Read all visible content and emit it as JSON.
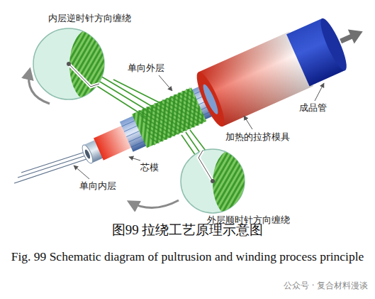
{
  "diagram": {
    "caption": "图99 拉绕工艺原理示意图",
    "labels": [
      "内层逆时针方向缠绕",
      "单向外层",
      "成品管",
      "加热的拉挤模具",
      "芯模",
      "单向内层",
      "外层顺时针方向缠绕",
      "Fig. 99 Schematic diagram of pultrusion and winding process principle",
      "公众号 · 复合材料漫谈"
    ]
  }
}
